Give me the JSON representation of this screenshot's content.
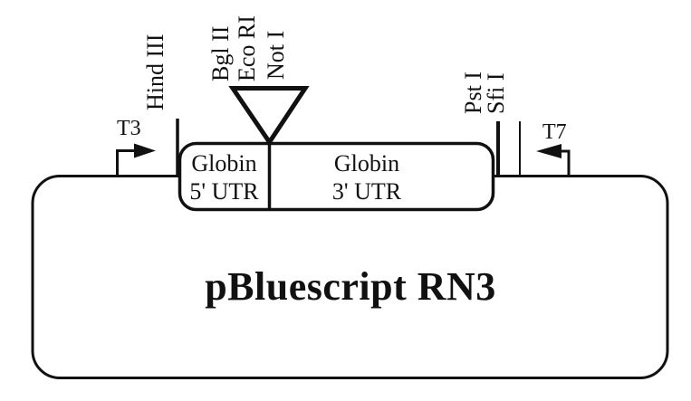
{
  "diagram": {
    "title": "pBluescript RN3",
    "promoters": {
      "t3": "T3",
      "t7": "T7"
    },
    "sites": {
      "hind3": "Hind III",
      "polylinker": [
        "Bgl II",
        "Eco RI",
        "Not I"
      ],
      "pst1": "Pst I",
      "sfi1": "Sfi I"
    },
    "utr5": {
      "line1": "Globin",
      "line2": "5' UTR"
    },
    "utr3": {
      "line1": "Globin",
      "line2": "3' UTR"
    },
    "colors": {
      "ink": "#111111",
      "background": "#ffffff"
    }
  }
}
